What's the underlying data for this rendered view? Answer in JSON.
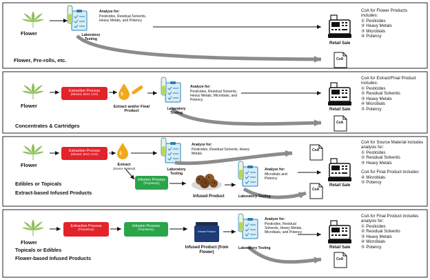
{
  "colors": {
    "red_process": "#e2232b",
    "green_process": "#2aa54a",
    "panel_border": "#222222",
    "gray_arrow": "#8c8c8c",
    "leaf": "#8fc05a",
    "oil": "#f2a81d"
  },
  "rows": [
    {
      "flower_label": "Flower",
      "row_label_1": "Flower, Pre-rolls, etc.",
      "row_label_2": "",
      "lab_caption": "Laboratory Testing",
      "analyze_title": "Analyze for:",
      "analyze_text": "Pesticides, Residual Solvents, Heavy Metals, and Potency",
      "retail_label": "Retail Sale",
      "coa_title": "CoA for Flower Products includes:",
      "coa_items": [
        "Pesticides",
        "Heavy Metals",
        "Microbials",
        "Potency"
      ]
    },
    {
      "flower_label": "Flower",
      "row_label_1": "Concentrates & Cartridges",
      "process_title": "Extraction Process",
      "process_sub": "(Ethanol, BHO, CO2)",
      "extract_label": "Extract and/or Final Product",
      "lab_caption": "Laboratory Testing",
      "analyze_title": "Analyze for:",
      "analyze_text": "Pesticides, Residual Solvents, Heavy Metals, Microbials, and Potency",
      "retail_label": "Retail Sale",
      "coa_title": "CoA for Extract/Final Product includes:",
      "coa_items": [
        "Pesticides",
        "Residual Solvents",
        "Heavy Metals",
        "Microbials",
        "Potency"
      ]
    },
    {
      "flower_label": "Flower",
      "row_label_1": "Edibles or Topicals",
      "row_label_2": "Extract-based Infused Products",
      "process_title": "Extraction Process",
      "process_sub": "(Ethanol, BHO, CO2)",
      "extract_label": "Extract",
      "extract_sub": "(Source Material)",
      "infusion_title": "Infusion Process",
      "infusion_sub": "(Proprietary)",
      "lab_caption": "Laboratory Testing",
      "analyze_title": "Analyze for:",
      "analyze_text": "Pesticides, Residual Solvents, Heavy Metals",
      "infused_label": "Infused Product",
      "lab_caption_2": "Laboratory Testing",
      "analyze_title_2": "Analyze for:",
      "analyze_text_2": "Microbials and Potency",
      "retail_label": "Retail Sale",
      "coa_title": "CoA for Source Material includes analysis for:",
      "coa_items": [
        "Pesticides",
        "Residual Solvents",
        "Heavy Metals"
      ],
      "coa_title_2": "CoA for Final Product includes:",
      "coa_items_2": [
        "Microbials",
        "Potency"
      ]
    },
    {
      "flower_label": "Flower",
      "row_label_1": "Topicals or Edibles",
      "row_label_2": "Flower-based Infused Products",
      "process_title": "Extraction Process",
      "process_sub": "(Proprietary)",
      "infusion_title": "Infusion Process",
      "infusion_sub": "(Proprietary)",
      "jar_text": "Infused Product",
      "infused_label": "Infused Product (from Flower)",
      "lab_caption": "Laboratory Testing",
      "analyze_title": "Analyze for:",
      "analyze_text": "Pesticides, Residual Solvents, Heavy Metals, Microbials, and Potency",
      "retail_label": "Retail Sale",
      "coa_title": "CoA for Final Product includes analysis for:",
      "coa_items": [
        "Pesticides",
        "Residual Solvents",
        "Heavy Metals",
        "Microbials",
        "Potency"
      ]
    }
  ],
  "coa_doc_label": "CoA",
  "numerals": [
    "①",
    "②",
    "③",
    "④",
    "⑤"
  ]
}
